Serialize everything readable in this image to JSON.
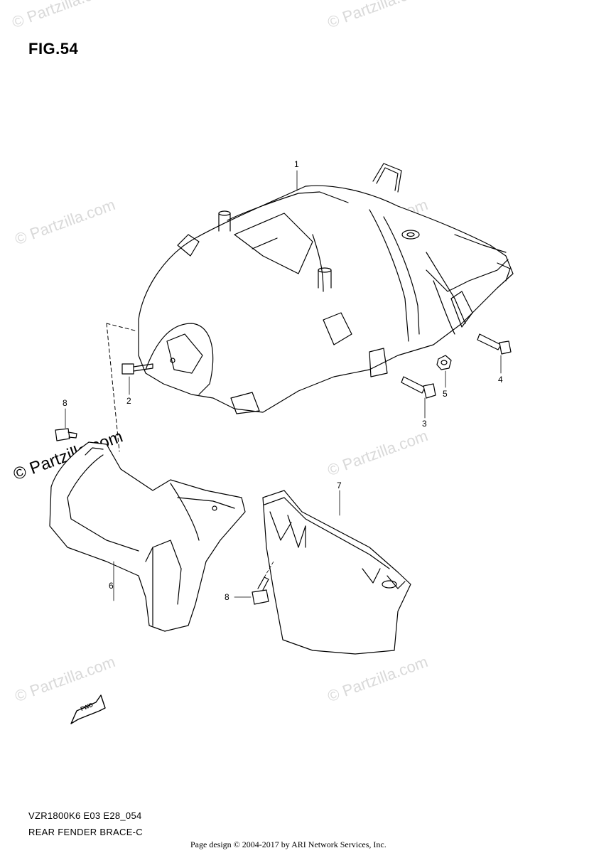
{
  "figure": {
    "title": "FIG.54"
  },
  "watermark": {
    "text": "© Partzilla.com",
    "color": "#d9d9d9"
  },
  "callouts": [
    {
      "id": "1",
      "label": "1"
    },
    {
      "id": "2",
      "label": "2"
    },
    {
      "id": "3",
      "label": "3"
    },
    {
      "id": "4",
      "label": "4"
    },
    {
      "id": "5",
      "label": "5"
    },
    {
      "id": "6",
      "label": "6"
    },
    {
      "id": "7",
      "label": "7"
    },
    {
      "id": "8a",
      "label": "8"
    },
    {
      "id": "8b",
      "label": "8"
    }
  ],
  "direction_marker": {
    "label": "FWD",
    "icon": "fwd-arrow-icon"
  },
  "footer": {
    "model_code": "VZR1800K6 E03 E28_054",
    "part_name": "REAR FENDER BRACE-C",
    "page_design": "Page design © 2004-2017 by ARI Network Services, Inc."
  }
}
